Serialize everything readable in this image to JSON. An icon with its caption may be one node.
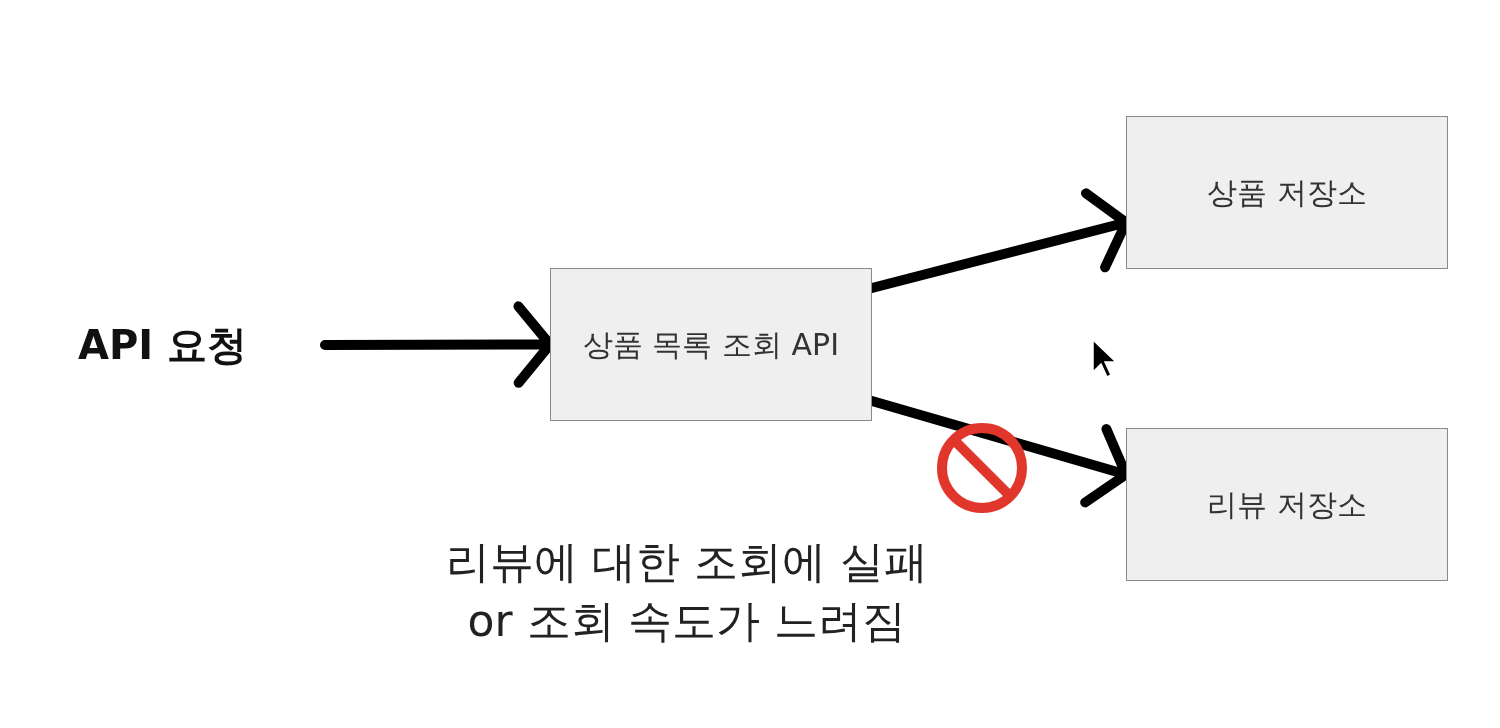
{
  "diagram": {
    "nodes": [
      {
        "text": [
          "API 요청"
        ]
      },
      {
        "text": [
          "상품 목록 조회 API"
        ]
      },
      {
        "text": [
          "상품 저장소"
        ]
      },
      {
        "text": [
          "리뷰 저장소"
        ]
      }
    ],
    "edges": [
      {
        "from": 0,
        "to": 1,
        "arrow": "to"
      },
      {
        "from": 1,
        "to": 2,
        "arrow": "to"
      },
      {
        "from": 1,
        "to": 3,
        "arrow": "to"
      }
    ],
    "labels": [
      "리뷰에 대한 조회에 실패 or 조회 속도가 느려짐"
    ]
  }
}
